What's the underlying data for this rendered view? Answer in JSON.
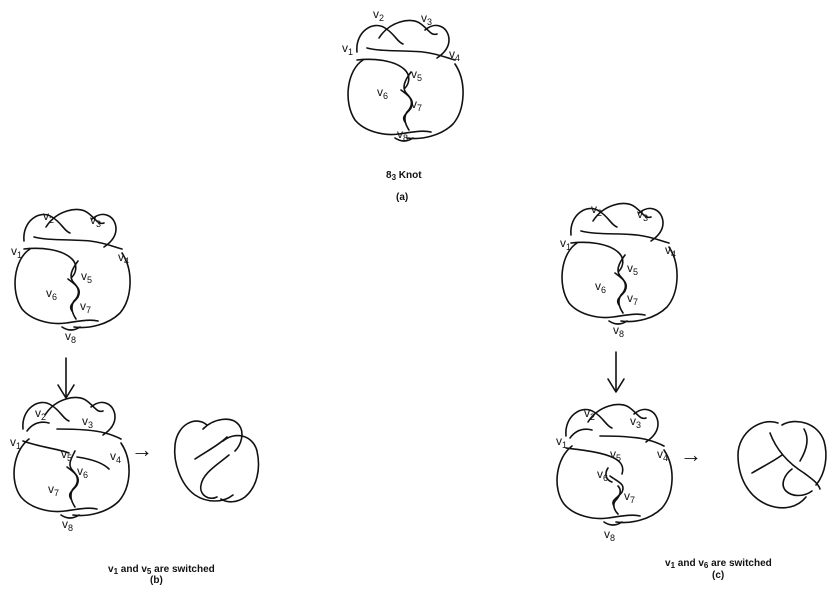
{
  "vertex_letter": "v",
  "vertices": [
    "1",
    "2",
    "3",
    "4",
    "5",
    "6",
    "7",
    "8"
  ],
  "caption_a": {
    "num": "8",
    "sub": "3",
    "text": " Knot",
    "tag": "(a)"
  },
  "caption_b": {
    "v": "v",
    "i": "1",
    "mid": " and v",
    "j": "5",
    "tail": " are switched",
    "tag": "(b)"
  },
  "caption_c": {
    "v": "v",
    "i": "1",
    "mid": " and v",
    "j": "6",
    "tail": " are switched",
    "tag": "(c)"
  },
  "arrow_glyph": "→"
}
